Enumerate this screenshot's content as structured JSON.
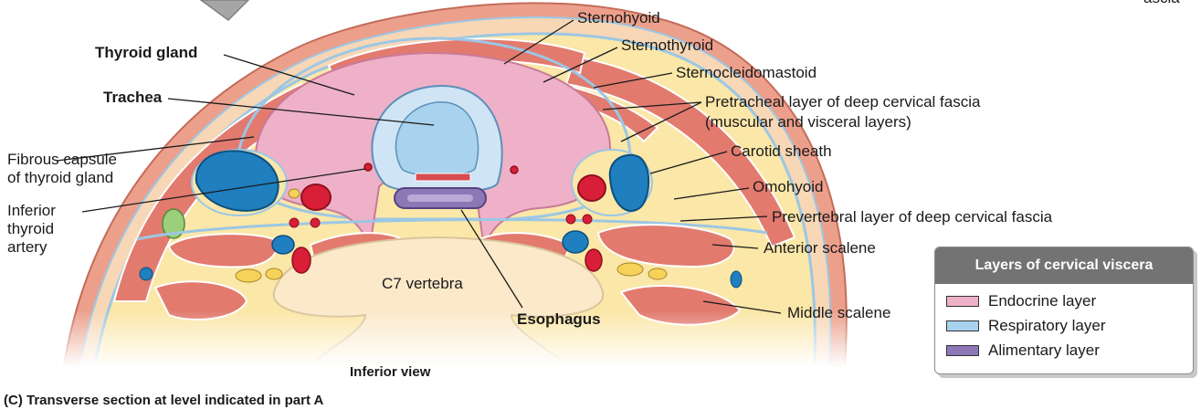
{
  "labels": {
    "thyroid_gland": "Thyroid gland",
    "trachea": "Trachea",
    "fibrous_capsule": "Fibrous capsule of thyroid gland",
    "inferior_thyroid_artery": "Inferior thyroid artery",
    "sternohyoid": "Sternohyoid",
    "sternothyroid": "Sternothyroid",
    "sternocleidomastoid": "Sternocleidomastoid",
    "pretracheal_line1": "Pretracheal layer of deep cervical fascia",
    "pretracheal_line2": "(muscular and visceral layers)",
    "carotid_sheath": "Carotid sheath",
    "omohyoid": "Omohyoid",
    "prevertebral": "Prevertebral layer of deep cervical fascia",
    "anterior_scalene": "Anterior scalene",
    "middle_scalene": "Middle scalene",
    "c7_vertebra": "C7 vertebra",
    "esophagus": "Esophagus",
    "corner_fragment": "ascia"
  },
  "view_label": "Inferior view",
  "caption": "(C) Transverse section at level indicated in part A",
  "legend": {
    "title": "Layers of cervical viscera",
    "items": [
      {
        "label": "Endocrine layer",
        "color": "#eeb1c8"
      },
      {
        "label": "Respiratory layer",
        "color": "#a9d2ee"
      },
      {
        "label": "Alimentary layer",
        "color": "#8d77b6"
      }
    ]
  },
  "colors": {
    "muscle": "#e27a6e",
    "fat": "#fbe7a8",
    "bone": "#fbe9c9",
    "artery": "#d81f37",
    "vein": "#1f7fbf",
    "nerve": "#f6d25a",
    "fascia": "#b9d9ef",
    "skin": "#eca08c"
  }
}
